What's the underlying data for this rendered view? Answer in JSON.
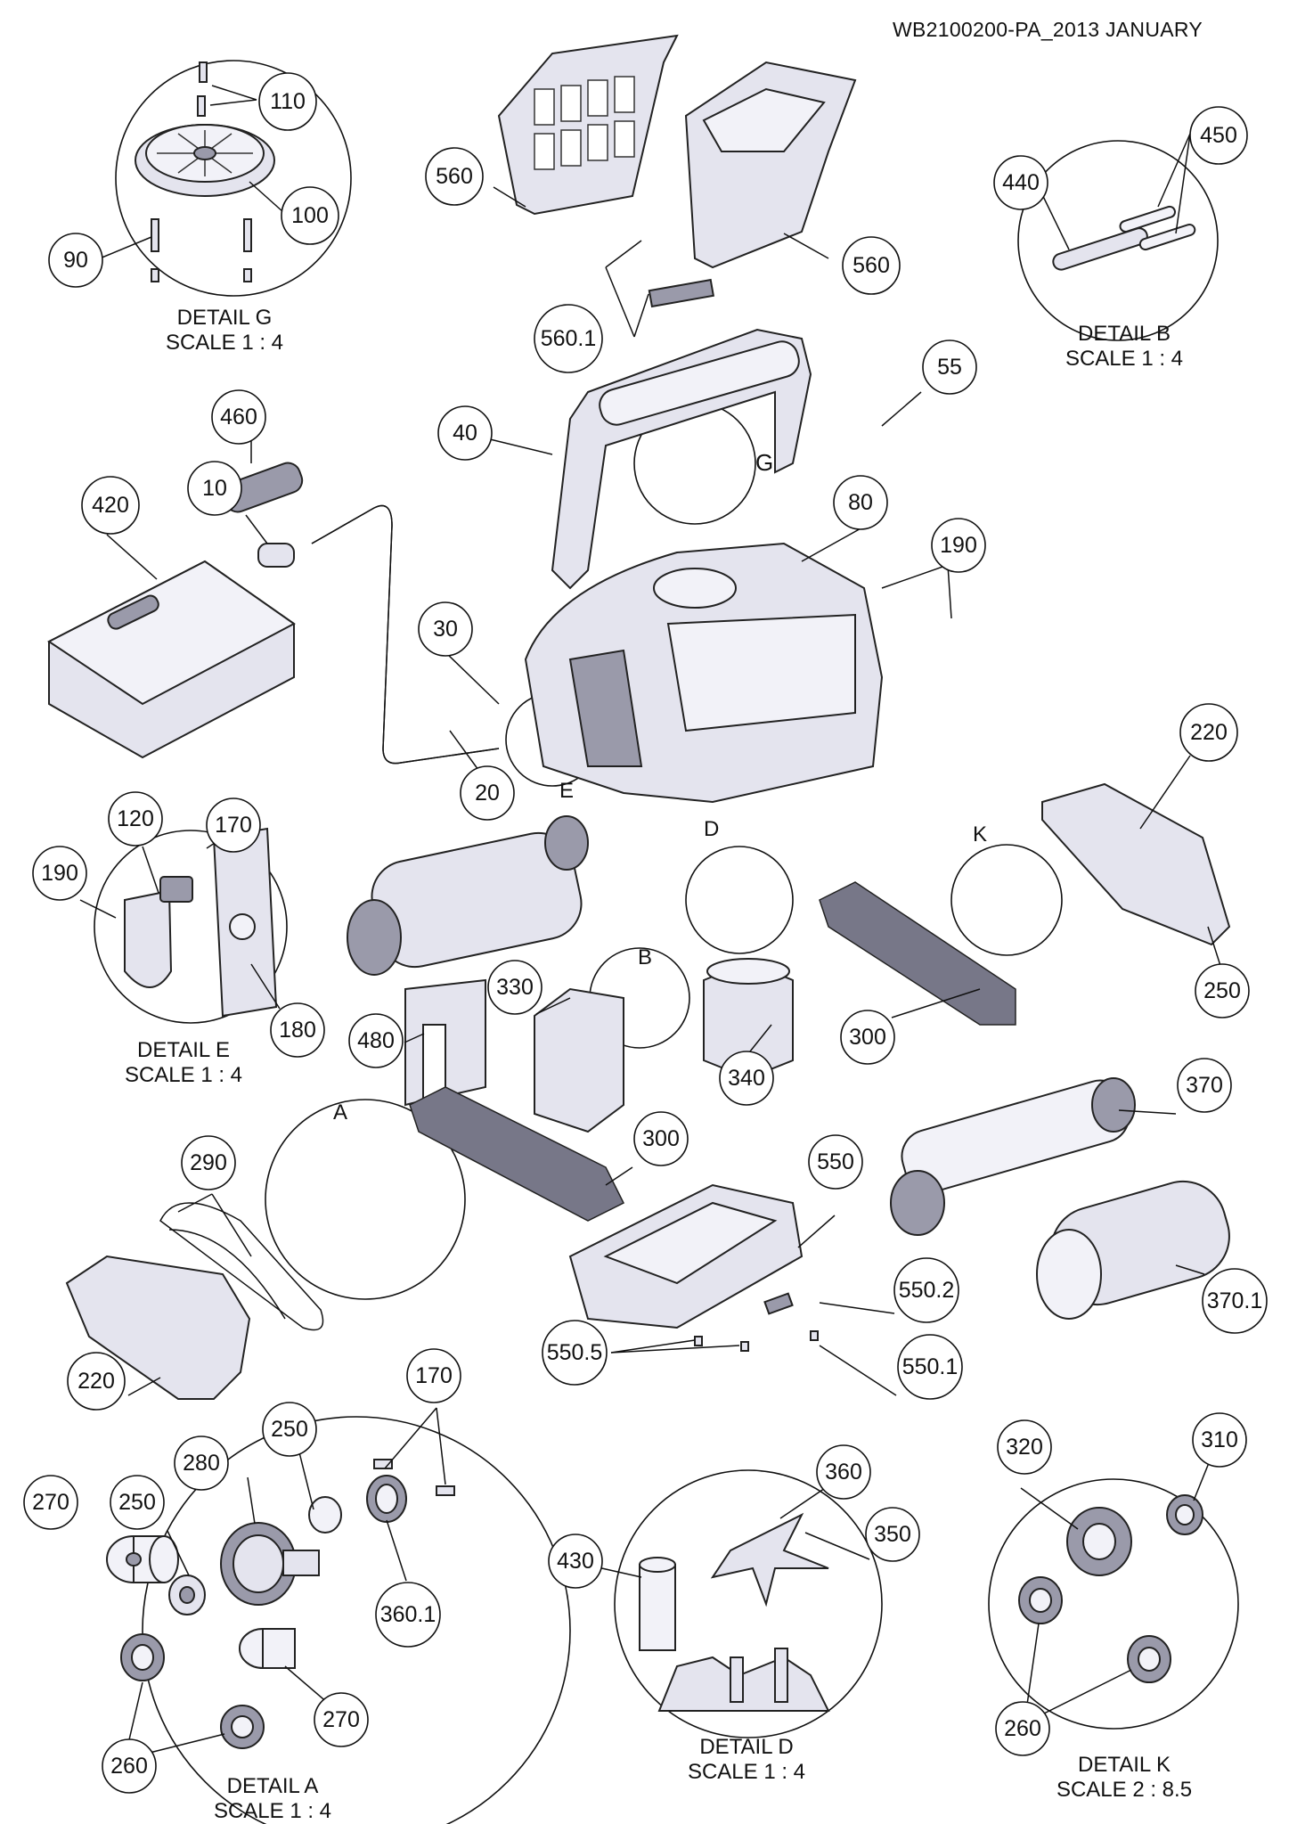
{
  "header": {
    "doc_id": "WB2100200-PA_2013 JANUARY"
  },
  "callouts": {
    "c110": "110",
    "c100": "100",
    "c90": "90",
    "c560a": "560",
    "c560b": "560",
    "c560_1": "560.1",
    "c440": "440",
    "c450": "450",
    "c40": "40",
    "c55": "55",
    "c460": "460",
    "c10": "10",
    "c420": "420",
    "c80": "80",
    "c190a": "190",
    "c30": "30",
    "c20": "20",
    "c220a": "220",
    "c250a": "250",
    "c120": "120",
    "c170a": "170",
    "c190b": "190",
    "c180": "180",
    "c330": "330",
    "c480": "480",
    "c340": "340",
    "c300a": "300",
    "c370": "370",
    "c370_1": "370.1",
    "c290": "290",
    "c300b": "300",
    "c550": "550",
    "c550_2": "550.2",
    "c550_5": "550.5",
    "c550_1": "550.1",
    "c220b": "220",
    "c170b": "170",
    "c250b": "250",
    "c280": "280",
    "c270a": "270",
    "c250c": "250",
    "c360_1": "360.1",
    "c260a": "260",
    "c270b": "270",
    "c360": "360",
    "c350": "350",
    "c430": "430",
    "c320": "320",
    "c310": "310",
    "c260b": "260"
  },
  "detail_letters": {
    "g": "G",
    "e": "E",
    "d": "D",
    "k": "K",
    "b": "B",
    "a": "A"
  },
  "detail_labels": {
    "g_title": "DETAIL G",
    "g_scale": "SCALE 1 : 4",
    "b_title": "DETAIL B",
    "b_scale": "SCALE 1 : 4",
    "e_title": "DETAIL E",
    "e_scale": "SCALE 1 : 4",
    "a_title": "DETAIL A",
    "a_scale": "SCALE 1 : 4",
    "d_title": "DETAIL D",
    "d_scale": "SCALE 1 : 4",
    "k_title": "DETAIL K",
    "k_scale": "SCALE 2 : 8.5"
  }
}
